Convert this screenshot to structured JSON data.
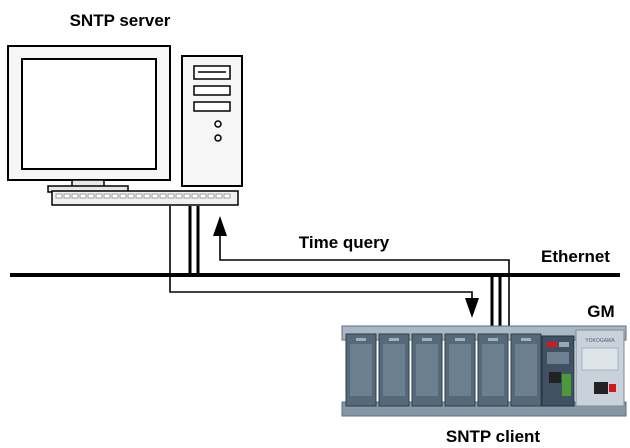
{
  "diagram": {
    "server_label": "SNTP server",
    "client_label": "SNTP client",
    "device_label": "GM",
    "network_label": "Ethernet",
    "query_label": "Time query",
    "device_brand_text": "YOKOGAWA",
    "colors": {
      "line": "#000000",
      "monitor_frame": "#f4f4f4",
      "monitor_screen": "#ffffff",
      "device_module": "#56697a",
      "device_panel": "#c9d2da",
      "device_accent": "#d61818"
    }
  }
}
